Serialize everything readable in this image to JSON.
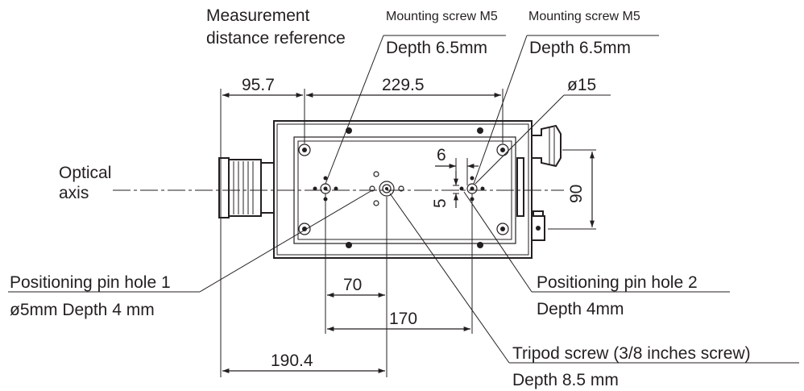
{
  "labels": {
    "measurement_ref_line1": "Measurement",
    "measurement_ref_line2": "distance reference",
    "mount_screw_left_title": "Mounting screw M5",
    "mount_screw_left_depth": "Depth 6.5mm",
    "mount_screw_right_title": "Mounting screw M5",
    "mount_screw_right_depth": "Depth 6.5mm",
    "optical_line1": "Optical",
    "optical_line2": "axis",
    "pin_hole1_title": "Positioning pin hole 1",
    "pin_hole1_detail": "ø5mm Depth 4 mm",
    "pin_hole2_title": "Positioning pin hole 2",
    "pin_hole2_detail": "Depth 4mm",
    "tripod_title": "Tripod screw (3/8 inches screw)",
    "tripod_detail": "Depth 8.5 mm"
  },
  "dimensions": {
    "d_95_7": "95.7",
    "d_229_5": "229.5",
    "d_phi15": "ø15",
    "d_6": "6",
    "d_5": "5",
    "d_90": "90",
    "d_70": "70",
    "d_170": "170",
    "d_190_4": "190.4"
  }
}
